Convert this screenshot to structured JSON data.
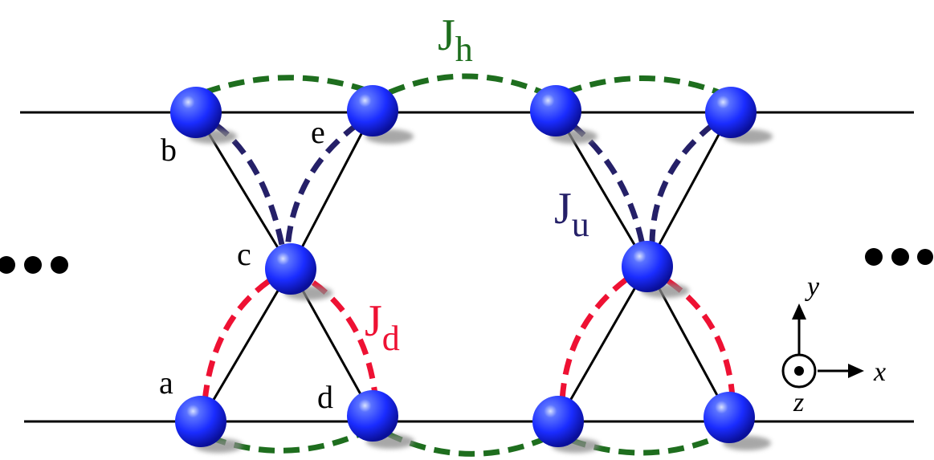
{
  "site_labels": {
    "a": "a",
    "b": "b",
    "c": "c",
    "d": "d",
    "e": "e"
  },
  "couplings": {
    "h": {
      "symbol": "J",
      "subscript": "h",
      "color": "#1e6e1e"
    },
    "u": {
      "symbol": "J",
      "subscript": "u",
      "color": "#252068"
    },
    "d": {
      "symbol": "J",
      "subscript": "d",
      "color": "#ee1133"
    }
  },
  "ellipsis_left": "•••",
  "ellipsis_right": "•••",
  "axes": {
    "x": "x",
    "y": "y",
    "z": "z"
  },
  "colors": {
    "atom": "#1a2cff",
    "chain": "#000000",
    "shadow": "#8a8a8a"
  }
}
